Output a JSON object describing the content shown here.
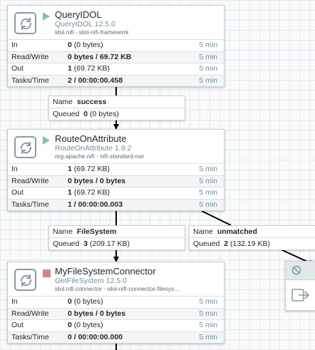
{
  "processors": [
    {
      "name": "QueryIDOL",
      "type": "QueryIDOL 12.5.0",
      "bundle": "idol.nifi - idol-nifi-framework",
      "status": "running",
      "status_color": "#7dc7a0",
      "in": {
        "label": "In",
        "value": "0",
        "sub": "(0 bytes)",
        "time": "5 min"
      },
      "rw": {
        "label": "Read/Write",
        "value": "0 bytes / 69.72 KB",
        "time": "5 min"
      },
      "out": {
        "label": "Out",
        "value": "1",
        "sub": "(69.72 KB)",
        "time": "5 min"
      },
      "tasks": {
        "label": "Tasks/Time",
        "value": "2 / 00:00:00.458",
        "time": "5 min"
      }
    },
    {
      "name": "RouteOnAttribute",
      "type": "RouteOnAttribute 1.9.2",
      "bundle": "org.apache.nifi - nifi-standard-nar",
      "status": "running",
      "status_color": "#7dc7a0",
      "in": {
        "label": "In",
        "value": "1",
        "sub": "(69.72 KB)",
        "time": "5 min"
      },
      "rw": {
        "label": "Read/Write",
        "value": "0 bytes / 0 bytes",
        "time": "5 min"
      },
      "out": {
        "label": "Out",
        "value": "1",
        "sub": "(69.72 KB)",
        "time": "5 min"
      },
      "tasks": {
        "label": "Tasks/Time",
        "value": "1 / 00:00:00.003",
        "time": "5 min"
      }
    },
    {
      "name": "MyFileSystemConnector",
      "type": "GetFileSystem 12.5.0",
      "bundle": "idol.nifi.connector - idol-nifi-connector-filesys...",
      "status": "stopped",
      "status_color": "#d18686",
      "in": {
        "label": "In",
        "value": "0",
        "sub": "(0 bytes)",
        "time": "5 min"
      },
      "rw": {
        "label": "Read/Write",
        "value": "0 bytes / 0 bytes",
        "time": "5 min"
      },
      "out": {
        "label": "Out",
        "value": "0",
        "sub": "(0 bytes)",
        "time": "5 min"
      },
      "tasks": {
        "label": "Tasks/Time",
        "value": "0 / 00:00:00.000",
        "time": "5 min"
      }
    }
  ],
  "connections": [
    {
      "name_label": "Name",
      "name": "success",
      "queued_label": "Queued",
      "queued": "0",
      "queued_sub": "(0 bytes)"
    },
    {
      "name_label": "Name",
      "name": "FileSystem",
      "queued_label": "Queued",
      "queued": "3",
      "queued_sub": "(209.17 KB)"
    },
    {
      "name_label": "Name",
      "name": "unmatched",
      "queued_label": "Queued",
      "queued": "2",
      "queued_sub": "(132.19 KB)"
    }
  ],
  "icons": {
    "processor": "processor-icon",
    "run": "play-icon",
    "stop": "stop-icon",
    "side_top": "disabled-icon",
    "side_bottom": "output-port-icon"
  },
  "colors": {
    "edge": "#000000",
    "label_secondary": "#728e9b"
  }
}
